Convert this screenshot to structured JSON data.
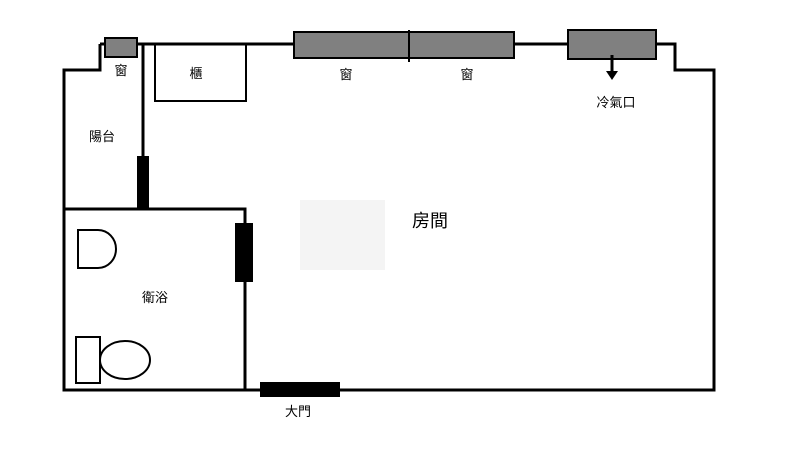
{
  "labels": {
    "window_small": "窗",
    "cabinet": "櫃",
    "window_left": "窗",
    "window_right": "窗",
    "ac_outlet": "冷氣口",
    "balcony": "陽台",
    "room": "房間",
    "bathroom": "衛浴",
    "main_door": "大門"
  },
  "colors": {
    "wall": "#000000",
    "window_fill": "#808080",
    "door_fill": "#000000",
    "background": "#ffffff"
  }
}
